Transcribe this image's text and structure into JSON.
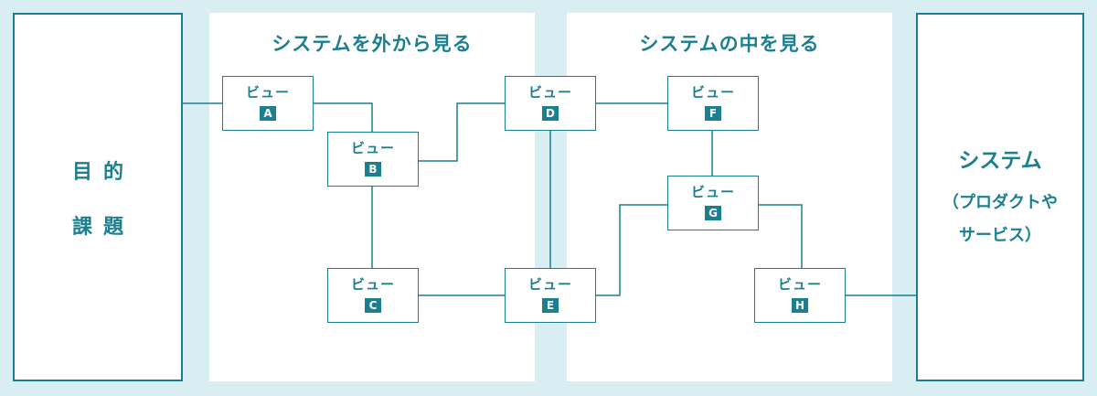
{
  "left_box": {
    "line1": "目的",
    "line2": "課題"
  },
  "panels": [
    {
      "title": "システムを外から見る"
    },
    {
      "title": "システムの中を見る"
    }
  ],
  "right_box": {
    "line1": "システム",
    "line2": "（プロダクトや",
    "line3": "サービス）"
  },
  "views": [
    {
      "label": "ビュー",
      "badge": "A"
    },
    {
      "label": "ビュー",
      "badge": "B"
    },
    {
      "label": "ビュー",
      "badge": "C"
    },
    {
      "label": "ビュー",
      "badge": "D"
    },
    {
      "label": "ビュー",
      "badge": "E"
    },
    {
      "label": "ビュー",
      "badge": "F"
    },
    {
      "label": "ビュー",
      "badge": "G"
    },
    {
      "label": "ビュー",
      "badge": "H"
    }
  ],
  "colors": {
    "accent": "#1b7f90",
    "background": "#d9eef2",
    "panel": "#ffffff"
  }
}
